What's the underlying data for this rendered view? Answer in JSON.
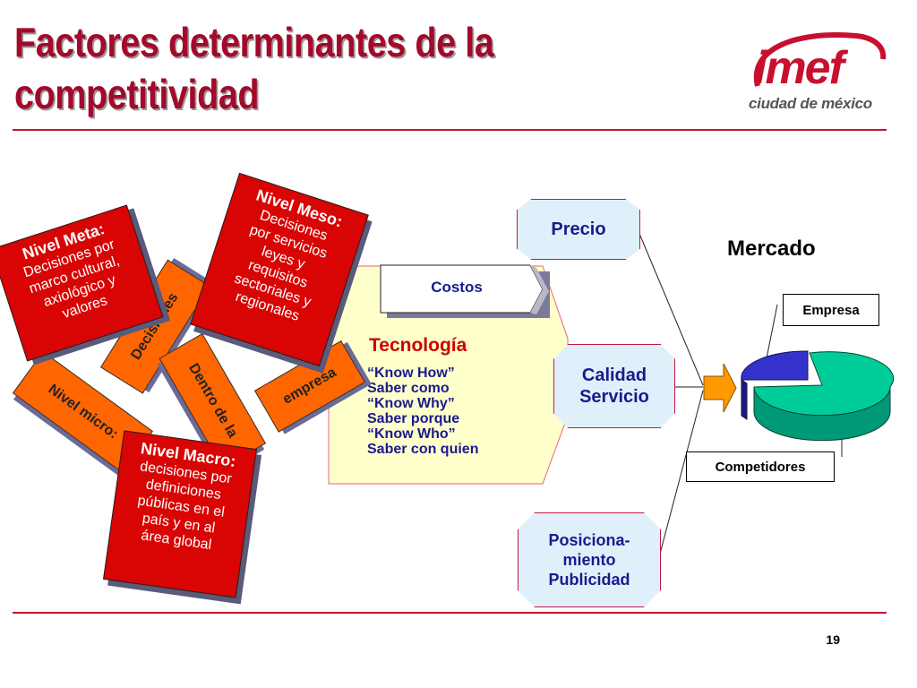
{
  "title": {
    "line1": "Factores determinantes de la",
    "line2": "competitividad"
  },
  "logo": {
    "wordmark": "imef",
    "subtitle": "ciudad de méxico"
  },
  "levels": {
    "meta": {
      "head": "Nivel Meta:",
      "lines": [
        "Decisiones por",
        "marco cultural,",
        "axiológico y",
        "valores"
      ]
    },
    "meso": {
      "head": "Nivel Meso:",
      "lines": [
        "Decisiones",
        "por servicios",
        "leyes y",
        "requisitos",
        "sectoriales y",
        "regionales"
      ]
    },
    "macro": {
      "head": "Nivel Macro:",
      "lines": [
        "decisiones por",
        "definiciones",
        "públicas en el",
        "país y en al",
        "área global"
      ]
    }
  },
  "micro": {
    "nivel_micro": "Nivel micro:",
    "decisiones": "Decisiones",
    "dentro_de_la": "Dentro de la",
    "empresa": "empresa"
  },
  "center": {
    "costos": "Costos",
    "tecnologia": "Tecnología",
    "lines": [
      "“Know How”",
      "Saber como",
      "“Know Why”",
      "Saber porque",
      "“Know Who”",
      "Saber con quien"
    ]
  },
  "factors": {
    "precio": "Precio",
    "calidad": [
      "Calidad",
      "Servicio"
    ],
    "posicionamiento": [
      "Posiciona-",
      "miento",
      "Publicidad"
    ]
  },
  "market": {
    "title": "Mercado",
    "empresa": "Empresa",
    "competidores": "Competidores"
  },
  "page_number": "19",
  "colors": {
    "title": "#a3092a",
    "red_card": "#d90404",
    "orange": "#ff6600",
    "center_panel": "#ffffcc",
    "factor_box": "#dff0fb",
    "pie_empresa": "#3333cc",
    "pie_competidores": "#00cc99"
  }
}
